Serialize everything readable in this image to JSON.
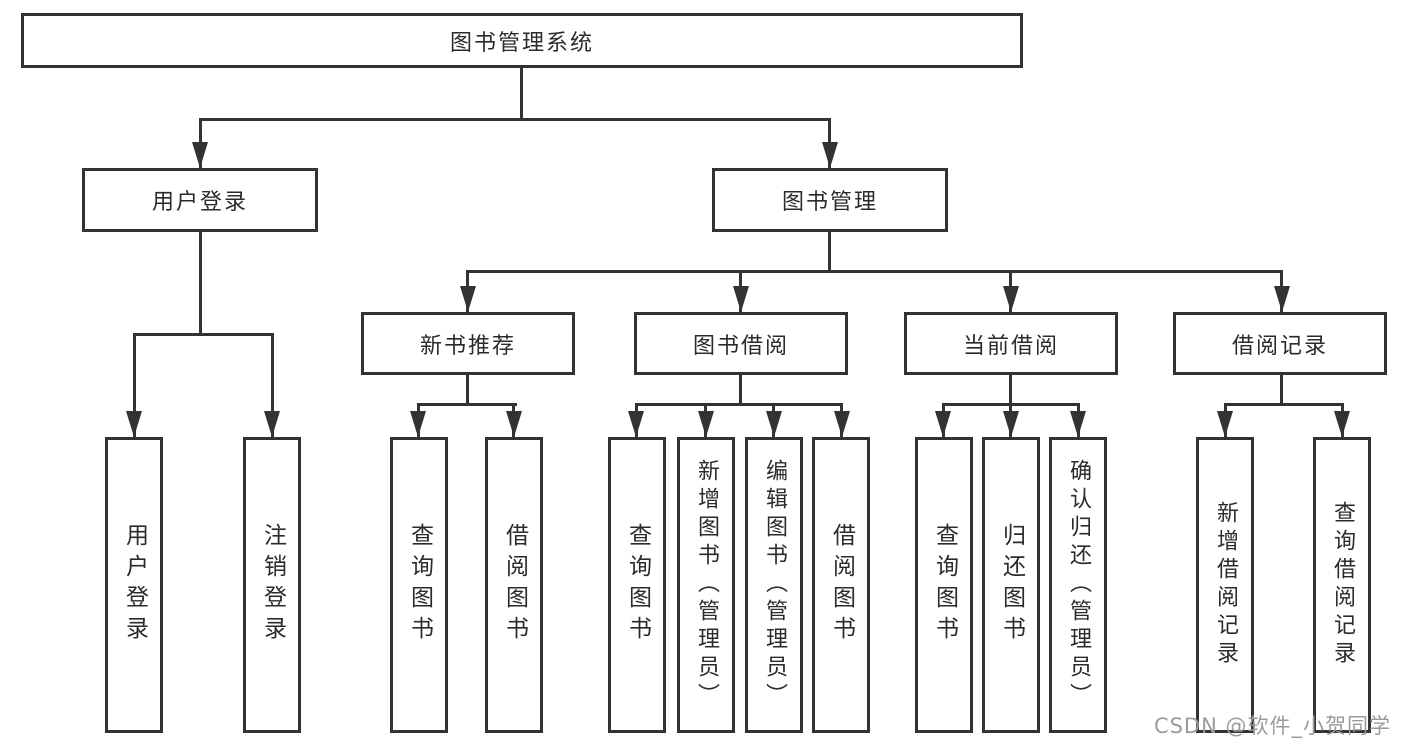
{
  "diagram": {
    "root": {
      "label": "图书管理系统"
    },
    "level2": [
      {
        "label": "用户登录"
      },
      {
        "label": "图书管理"
      }
    ],
    "level3": [
      {
        "label": "新书推荐"
      },
      {
        "label": "图书借阅"
      },
      {
        "label": "当前借阅"
      },
      {
        "label": "借阅记录"
      }
    ],
    "leaves": {
      "user_login": [
        {
          "label": "用户登录"
        },
        {
          "label": "注销登录"
        }
      ],
      "new_books": [
        {
          "label": "查询图书"
        },
        {
          "label": "借阅图书"
        }
      ],
      "book_borrowing": [
        {
          "label": "查询图书"
        },
        {
          "label": "新增图书（管理员）"
        },
        {
          "label": "编辑图书（管理员）"
        },
        {
          "label": "借阅图书"
        }
      ],
      "current_borrowing": [
        {
          "label": "查询图书"
        },
        {
          "label": "归还图书"
        },
        {
          "label": "确认归还（管理员）"
        }
      ],
      "borrowing_records": [
        {
          "label": "新增借阅记录"
        },
        {
          "label": "查询借阅记录"
        }
      ]
    },
    "watermark": "CSDN @软件_小贺同学",
    "colors": {
      "line": "#333333",
      "text": "#2b2b2b",
      "watermark": "#9b9b9b",
      "background": "#ffffff"
    }
  }
}
